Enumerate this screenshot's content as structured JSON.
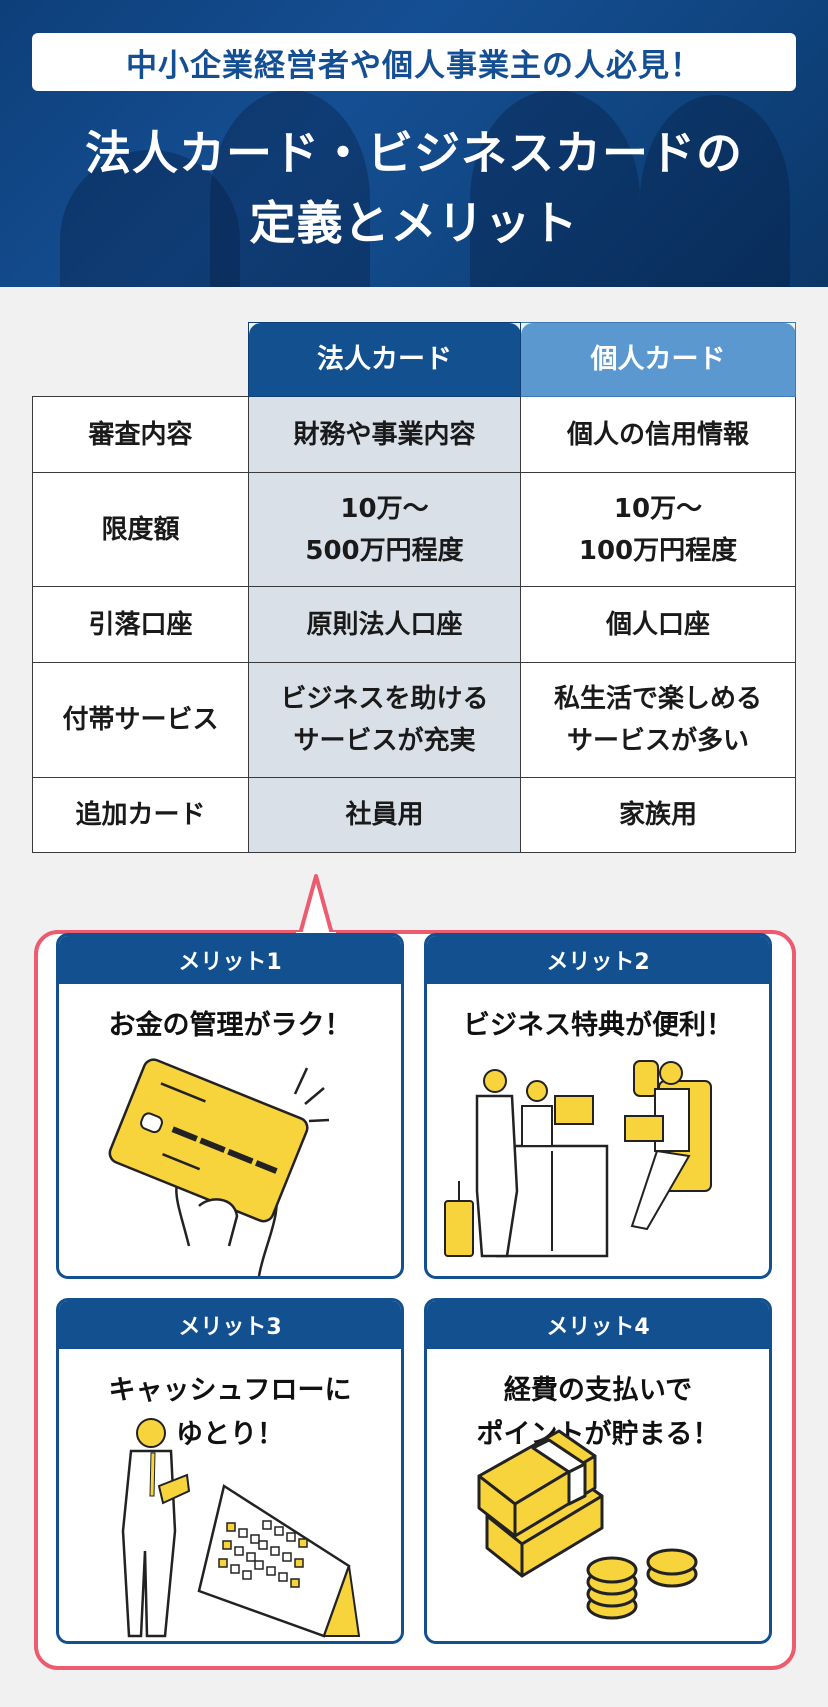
{
  "header": {
    "subtitle": "中小企業経営者や個人事業主の人必見！",
    "title_line1": "法人カード・ビジネスカードの",
    "title_line2": "定義とメリット"
  },
  "comparison_table": {
    "columns": [
      "法人カード",
      "個人カード"
    ],
    "rows": [
      {
        "label": "審査内容",
        "hojin": [
          "財務や事業内容"
        ],
        "kojin": [
          "個人の信用情報"
        ]
      },
      {
        "label": "限度額",
        "hojin": [
          "10万～",
          "500万円程度"
        ],
        "kojin": [
          "10万～",
          "100万円程度"
        ]
      },
      {
        "label": "引落口座",
        "hojin": [
          "原則法人口座"
        ],
        "kojin": [
          "個人口座"
        ]
      },
      {
        "label": "付帯サービス",
        "hojin": [
          "ビジネスを助ける",
          "サービスが充実"
        ],
        "kojin": [
          "私生活で楽しめる",
          "サービスが多い"
        ]
      },
      {
        "label": "追加カード",
        "hojin": [
          "社員用"
        ],
        "kojin": [
          "家族用"
        ]
      }
    ]
  },
  "merits": [
    {
      "label": "メリット1",
      "title": [
        "お金の管理がラク！"
      ],
      "icon": "credit-card-in-hand"
    },
    {
      "label": "メリット2",
      "title": [
        "ビジネス特典が便利！"
      ],
      "icon": "airport-lounge-and-business-seat"
    },
    {
      "label": "メリット3",
      "title": [
        "キャッシュフローに",
        "ゆとり！"
      ],
      "icon": "businessman-with-calendar"
    },
    {
      "label": "メリット4",
      "title": [
        "経費の支払いで",
        "ポイントが貯まる！"
      ],
      "icon": "stacked-bills-and-coins"
    }
  ],
  "colors": {
    "primary_blue": "#12508f",
    "light_blue": "#5b98d0",
    "hojin_cell_bg": "#dae0e8",
    "panel_border_pink": "#ec5b6e",
    "illustration_yellow": "#f7d33c",
    "page_bg": "#f1f1f1"
  }
}
